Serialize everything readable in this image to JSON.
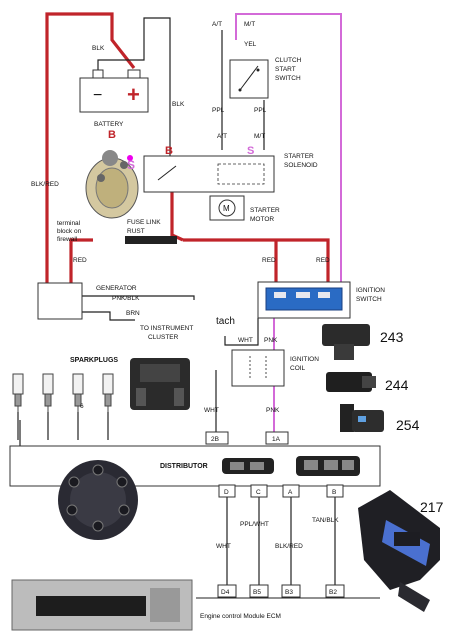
{
  "labels": {
    "at_top": "A/T",
    "mt_top": "M/T",
    "yel": "YEL",
    "clutch1": "CLUTCH",
    "clutch2": "START",
    "clutch3": "SWITCH",
    "ppl_l": "PPL",
    "ppl_r": "PPL",
    "at_bot": "A/T",
    "mt_bot": "M/T",
    "blk_top": "BLK",
    "blk_mid": "BLK",
    "battery": "BATTERY",
    "batt_minus": "−",
    "batt_plus": "+",
    "b_photo": "B",
    "s_photo": "S",
    "b_sol": "B",
    "s_sol": "S",
    "starter1": "STARTER",
    "starter2": "SOLENOID",
    "motor1": "STARTER",
    "motor2": "MOTOR",
    "blk_red": "BLK/RED",
    "term1": "terminal",
    "term2": "block on",
    "term3": "firewall",
    "fuse1": "FUSE LINK",
    "fuse2": "RUST",
    "red_l": "RED",
    "red_m": "RED",
    "red_r": "RED",
    "generator": "GENERATOR",
    "pnk_blk": "PNK/BLK",
    "brn": "BRN",
    "instr1": "TO INSTRUMENT",
    "instr2": "CLUSTER",
    "ign_sw1": "IGNITION",
    "ign_sw2": "SWITCH",
    "tach": "tach",
    "wht_top": "WHT",
    "pnk_top": "PNK",
    "ign_coil1": "IGNITION",
    "ign_coil2": "COIL",
    "sparkplugs": "SPARKPLUGS",
    "plug_num": "6",
    "wht_mid": "WHT",
    "pnk_mid": "PNK",
    "t2b": "2B",
    "t1a": "1A",
    "distributor": "DISTRIBUTOR",
    "pin_d": "D",
    "pin_c": "C",
    "pin_a": "A",
    "pin_b": "B",
    "wire_wht": "WHT",
    "wire_pplwht": "PPL/WHT",
    "wire_blkred": "BLK/RED",
    "wire_tanblk": "TAN/BLK",
    "ecm_d4": "D4",
    "ecm_b5": "B5",
    "ecm_b3": "B3",
    "ecm_b2": "B2",
    "ecm_label": "Engine control Module   ECM",
    "conn_243": "243",
    "conn_244": "244",
    "conn_254": "254",
    "conn_217": "217"
  }
}
